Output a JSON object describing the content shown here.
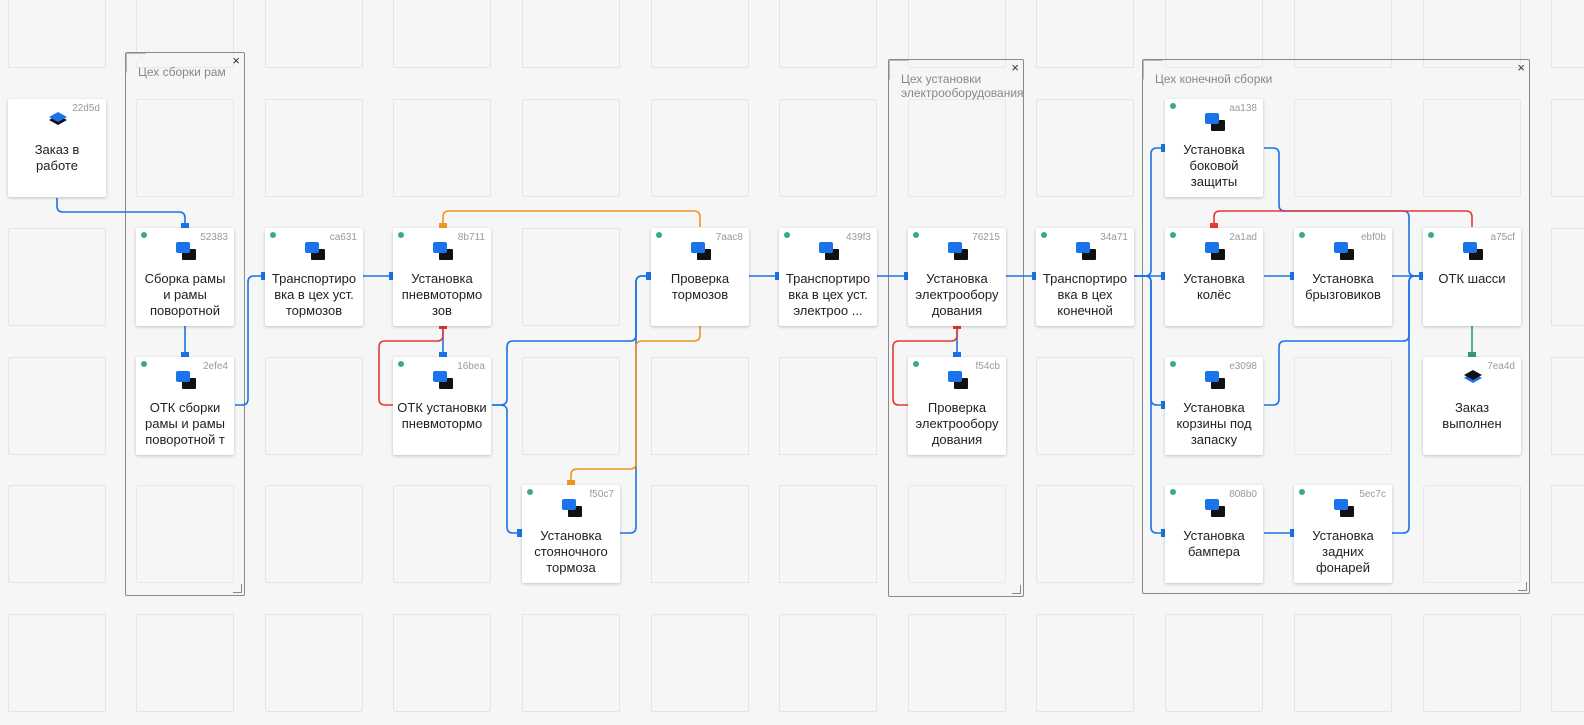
{
  "colors": {
    "flow": "#1a73e8",
    "error": "#e53935",
    "rework": "#f0961f",
    "final": "#2e9e74",
    "status_dot": "#3daa7a"
  },
  "groups": {
    "frame": {
      "title": "Цех сборки рам",
      "close": "×"
    },
    "electro": {
      "title": "Цех установки электрооборудования",
      "close": "×"
    },
    "final": {
      "title": "Цех конечной сборки",
      "close": "×"
    }
  },
  "nodes": {
    "n22d5d": {
      "id": "22d5d",
      "label": "Заказ в работе",
      "icon": "layers-icon"
    },
    "n52383": {
      "id": "52383",
      "label": "Сборка рамы и рамы поворотной",
      "icon": "task-icon"
    },
    "n2efe4": {
      "id": "2efe4",
      "label": "ОТК сборки рамы и рамы поворотной т",
      "icon": "task-icon"
    },
    "nca631": {
      "id": "ca631",
      "label": "Транспортиро вка в цех уст. тормозов",
      "icon": "task-icon"
    },
    "n8b711": {
      "id": "8b711",
      "label": "Установка пневмотормо зов",
      "icon": "task-icon"
    },
    "n16bea": {
      "id": "16bea",
      "label": "ОТК установки пневмотормо",
      "icon": "task-icon"
    },
    "nf50c7": {
      "id": "f50c7",
      "label": "Установка стояночного тормоза",
      "icon": "task-icon"
    },
    "n7aac8": {
      "id": "7aac8",
      "label": "Проверка тормозов",
      "icon": "task-icon"
    },
    "n439f3": {
      "id": "439f3",
      "label": "Транспортиро вка в цех уст. электроо ...",
      "icon": "task-icon"
    },
    "n76215": {
      "id": "76215",
      "label": "Установка электрообору дования",
      "icon": "task-icon"
    },
    "nf54cb": {
      "id": "f54cb",
      "label": "Проверка электрообору дования",
      "icon": "task-icon"
    },
    "n34a71": {
      "id": "34a71",
      "label": "Транспортиро вка в цех конечной",
      "icon": "task-icon"
    },
    "naa138": {
      "id": "aa138",
      "label": "Установка боковой защиты",
      "icon": "task-icon"
    },
    "n2a1ad": {
      "id": "2a1ad",
      "label": "Установка колёс",
      "icon": "task-icon"
    },
    "nebf0b": {
      "id": "ebf0b",
      "label": "Установка брызговиков",
      "icon": "task-icon"
    },
    "na75cf": {
      "id": "a75cf",
      "label": "ОТК шасси",
      "icon": "task-icon"
    },
    "ne3098": {
      "id": "e3098",
      "label": "Установка корзины под запаску",
      "icon": "task-icon"
    },
    "n808b0": {
      "id": "808b0",
      "label": "Установка бампера",
      "icon": "task-icon"
    },
    "n5ec7c": {
      "id": "5ec7c",
      "label": "Установка задних фонарей",
      "icon": "task-icon"
    },
    "n7ea4d": {
      "id": "7ea4d",
      "label": "Заказ выполнен",
      "icon": "layers-icon"
    }
  }
}
